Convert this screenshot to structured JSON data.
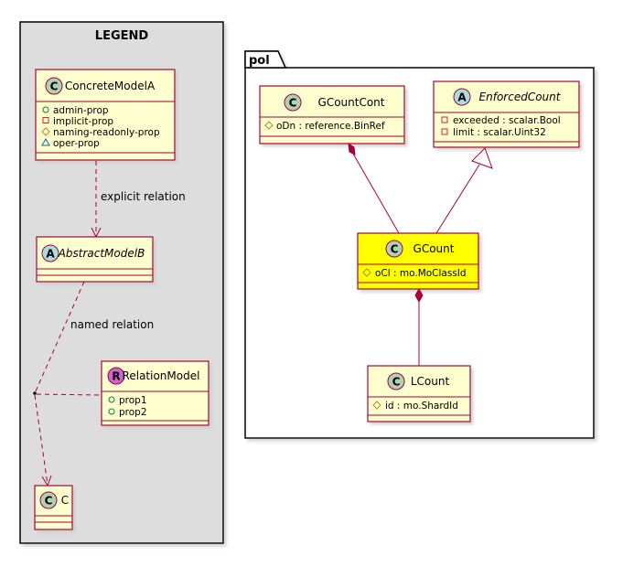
{
  "legend": {
    "title": "LEGEND",
    "concrete_model": {
      "stereotype_letter": "C",
      "name": "ConcreteModelA",
      "attributes": [
        {
          "visibility": "+",
          "text": "admin-prop"
        },
        {
          "visibility": "-",
          "text": "implicit-prop"
        },
        {
          "visibility": "#",
          "text": "naming-readonly-prop"
        },
        {
          "visibility": "~",
          "text": "oper-prop"
        }
      ]
    },
    "abstract_model": {
      "stereotype_letter": "A",
      "name": "AbstractModelB"
    },
    "relation_model": {
      "stereotype_letter": "R",
      "name": "RelationModel",
      "attributes": [
        {
          "visibility": "+",
          "text": "prop1"
        },
        {
          "visibility": "+",
          "text": "prop2"
        }
      ]
    },
    "class_c": {
      "stereotype_letter": "C",
      "name": "C"
    },
    "explicit_relation_label": "explicit relation",
    "named_relation_label": "named relation"
  },
  "package": {
    "name": "pol",
    "gcountcont": {
      "stereotype_letter": "C",
      "name": "GCountCont",
      "attributes": [
        {
          "visibility": "#",
          "text": "oDn : reference.BinRef"
        }
      ]
    },
    "enforcedcount": {
      "stereotype_letter": "A",
      "name": "EnforcedCount",
      "attributes": [
        {
          "visibility": "-",
          "text": "exceeded : scalar.Bool"
        },
        {
          "visibility": "-",
          "text": "limit : scalar.Uint32"
        }
      ]
    },
    "gcount": {
      "stereotype_letter": "C",
      "name": "GCount",
      "attributes": [
        {
          "visibility": "#",
          "text": "oCl : mo.MoClassId"
        }
      ]
    },
    "lcount": {
      "stereotype_letter": "C",
      "name": "LCount",
      "attributes": [
        {
          "visibility": "#",
          "text": "id : mo.ShardId"
        }
      ]
    }
  },
  "colors": {
    "class_fill": "#FEFECE",
    "class_border": "#A80036",
    "highlight_fill": "#FFFF00",
    "legend_bg": "#DDDDDD",
    "stereo_c": "#ADD1B2",
    "stereo_a": "#A9DCDF",
    "stereo_r": "#CC66CC",
    "edge": "#A80036"
  }
}
